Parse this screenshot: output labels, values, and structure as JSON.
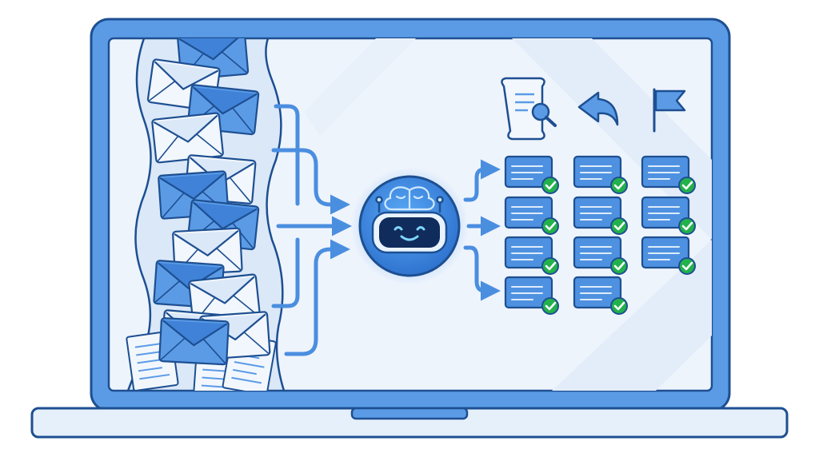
{
  "colors": {
    "background": "#ffffff",
    "laptop_frame": "#5b9be6",
    "outline": "#1d4f91",
    "screen": "#eef4fc",
    "base": "#e6f0fb",
    "envelope_blue": "#5b9be6",
    "envelope_light": "#f2f7fd",
    "envelope_flap": "#3f82d8",
    "arrow": "#4a8ee0",
    "card": "#4f91e1",
    "card_line": "#ddecfb",
    "check": "#22b14c",
    "glow": "#6fb0ff",
    "robot_face": "#102c5c",
    "robot_smile": "#7fd6ff"
  },
  "icons": {
    "inbox_pile": "envelope-stack",
    "ai": "robot-brain-icon",
    "column_1": "search-document-icon",
    "column_2": "reply-arrow-icon",
    "column_3": "flag-icon",
    "status": "check-circle-icon"
  },
  "inbox": {
    "envelope_count": 13,
    "document_count": 3
  },
  "sorted": {
    "columns": [
      {
        "icon": "search-document-icon",
        "cards": 4
      },
      {
        "icon": "reply-arrow-icon",
        "cards": 4
      },
      {
        "icon": "flag-icon",
        "cards": 3
      }
    ]
  }
}
